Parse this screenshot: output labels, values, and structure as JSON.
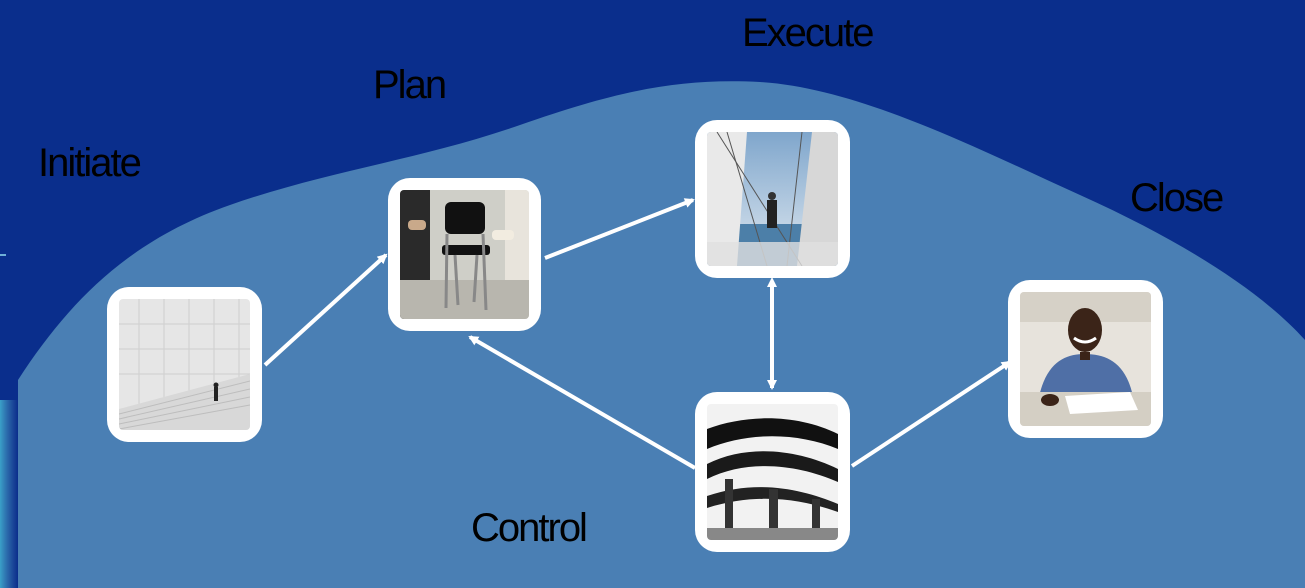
{
  "labels": {
    "initiate": "Initiate",
    "plan": "Plan",
    "execute": "Execute",
    "close": "Close",
    "control": "Control"
  },
  "colors": {
    "background": "#0a2e8c",
    "wave": "#4a7fb4",
    "arrow": "#ffffff",
    "frame": "#ffffff"
  },
  "photos": [
    {
      "name": "photo-initiate",
      "depicts": "person-climbing-stairs"
    },
    {
      "name": "photo-plan",
      "depicts": "chair-meeting"
    },
    {
      "name": "photo-execute",
      "depicts": "sailboat-mast"
    },
    {
      "name": "photo-control",
      "depicts": "highway-overpasses"
    },
    {
      "name": "photo-close",
      "depicts": "smiling-man-at-desk"
    }
  ]
}
